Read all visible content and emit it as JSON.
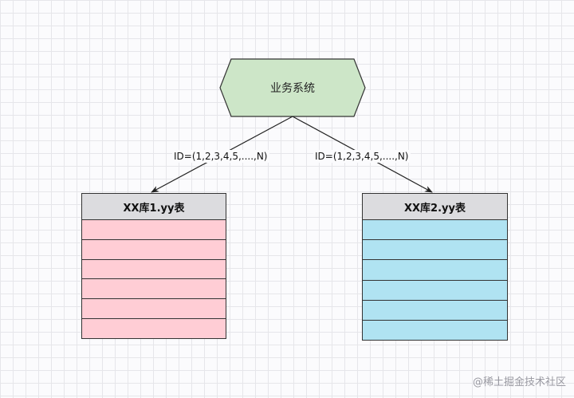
{
  "system": {
    "label": "业务系统",
    "fill": "#cde6c8",
    "stroke": "#333333"
  },
  "edges": [
    {
      "label": "ID=(1,2,3,4,5,....,N)"
    },
    {
      "label": "ID=(1,2,3,4,5,....,N)"
    }
  ],
  "tables": [
    {
      "title": "XX库1.yy表",
      "row_count": 6,
      "row_color": "#ffcdd5",
      "header_color": "#dcdcdf"
    },
    {
      "title": "XX库2.yy表",
      "row_count": 6,
      "row_color": "#b0e3f2",
      "header_color": "#dcdcdf"
    }
  ],
  "watermark": "@稀土掘金技术社区"
}
